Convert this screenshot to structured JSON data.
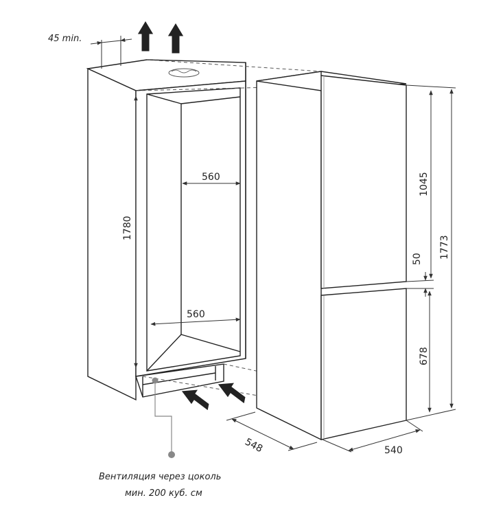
{
  "dimensions": {
    "min_gap": "45 min.",
    "niche_width_top": "560",
    "niche_width_bottom": "560",
    "niche_height": "1780",
    "niche_depth": "548",
    "appliance_depth": "540",
    "upper_door": "1045",
    "door_gap": "50",
    "total_height": "1773",
    "lower_door": "678"
  },
  "note": {
    "line1": "Вентиляция через цоколь",
    "line2": "мин. 200 куб. см"
  }
}
